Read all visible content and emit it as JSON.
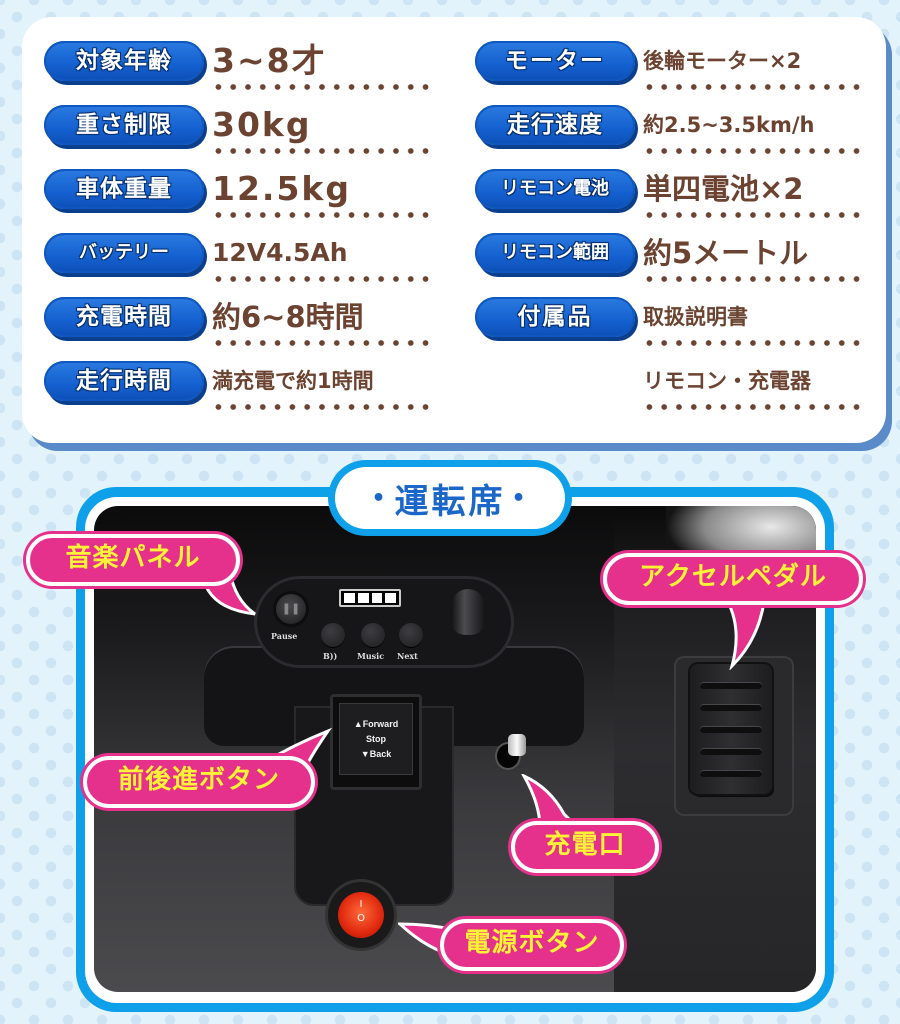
{
  "specs": {
    "left": [
      {
        "label": "対象年齢",
        "value": "3~8才"
      },
      {
        "label": "重さ制限",
        "value": "30kg"
      },
      {
        "label": "車体重量",
        "value": "12.5kg"
      },
      {
        "label": "バッテリー",
        "value": "12V4.5Ah"
      },
      {
        "label": "充電時間",
        "value": "約6~8時間"
      },
      {
        "label": "走行時間",
        "value": "満充電で約1時間"
      }
    ],
    "right": [
      {
        "label": "モーター",
        "value": "後輪モーター×2"
      },
      {
        "label": "走行速度",
        "value": "約2.5~3.5km/h"
      },
      {
        "label": "リモコン電池",
        "value": "単四電池×2"
      },
      {
        "label": "リモコン範囲",
        "value": "約5メートル"
      },
      {
        "label": "付属品",
        "value": "取扱説明書"
      },
      {
        "label": "",
        "value": "リモコン・充電器"
      }
    ]
  },
  "section": {
    "title": "運転席",
    "bullet": "•"
  },
  "photo": {
    "music_panel_labels": {
      "pause": "Pause",
      "bluetooth": "B))",
      "music": "Music",
      "next": "Next"
    },
    "direction_switch": {
      "forward": "▲Forward",
      "stop": "Stop",
      "back": "▼Back"
    },
    "power_switch": {
      "on": "I",
      "off": "O"
    }
  },
  "callouts": {
    "music_panel": "音楽パネル",
    "accelerator": "アクセルペダル",
    "direction_button": "前後進ボタン",
    "charge_port": "充電口",
    "power_button": "電源ボタン"
  },
  "colors": {
    "background": "#e3f3fc",
    "pill_blue": "#1460d0",
    "value_brown": "#6b4330",
    "frame_blue": "#0ea0e8",
    "title_blue": "#1b66c9",
    "callout_pink": "#e6318c",
    "callout_text": "#fff336"
  }
}
